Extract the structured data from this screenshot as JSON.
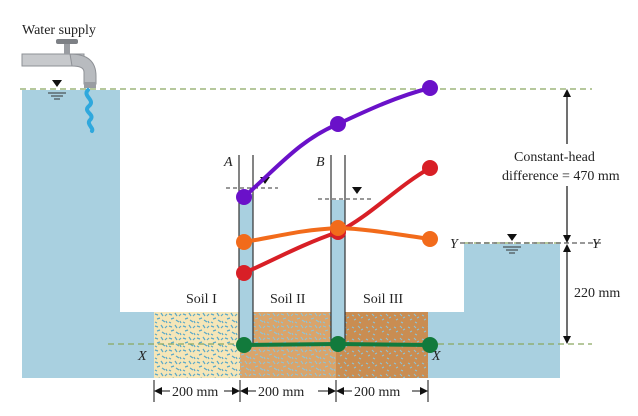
{
  "labels": {
    "water_supply": "Water supply",
    "soil_1": "Soil I",
    "soil_2": "Soil II",
    "soil_3": "Soil III",
    "tube_a": "A",
    "tube_b": "B",
    "point_x_left": "X",
    "point_x_right": "X",
    "point_y_left": "Y",
    "point_y_right": "Y",
    "head_diff_line1": "Constant-head",
    "head_diff_line2": "difference = 470 mm",
    "tailwater_height": "220 mm",
    "dim_1": "200 mm",
    "dim_2": "200 mm",
    "dim_3": "200 mm"
  },
  "colors": {
    "water": "#a9d0e0",
    "soil_1": "#f5e6b8",
    "soil_2": "#d9a46b",
    "soil_3": "#c98d52",
    "water_line": "#8aa860",
    "purple": "#6a11c9",
    "red": "#d81f26",
    "orange": "#f26b1b",
    "green": "#127a3c"
  },
  "icons": {
    "faucet": "faucet-icon",
    "water_stream": "water-drop-icon",
    "water_level": "water-level-marker-icon"
  }
}
